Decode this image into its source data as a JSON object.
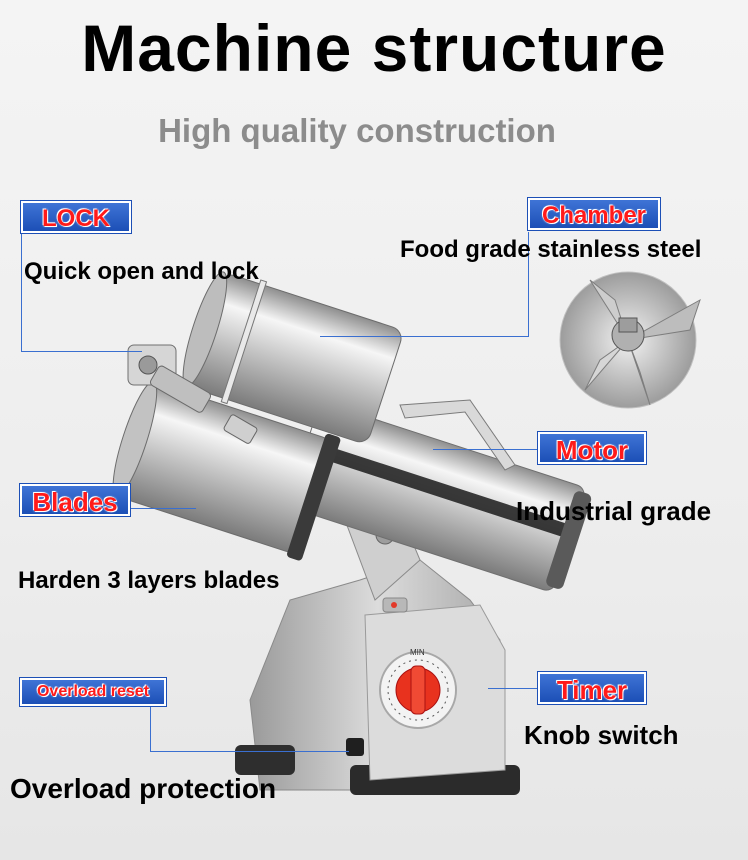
{
  "header": {
    "title": "Machine structure",
    "subtitle": "High quality construction"
  },
  "callouts": {
    "lock": {
      "tag": "LOCK",
      "desc": "Quick open and lock"
    },
    "chamber": {
      "tag": "Chamber",
      "desc": "Food grade stainless steel"
    },
    "motor": {
      "tag": "Motor",
      "desc": "Industrial grade"
    },
    "blades": {
      "tag": "Blades",
      "desc": "Harden 3 layers blades"
    },
    "timer": {
      "tag": "Timer",
      "desc": "Knob switch"
    },
    "overload": {
      "tag": "Overload reset",
      "desc": "Overload protection"
    }
  },
  "colors": {
    "tag_bg": "#1c4fb6",
    "tag_text": "#ff1a1a",
    "line": "#3a6fd0",
    "steel": "#c9c9c9",
    "knob": "#e8321e"
  }
}
